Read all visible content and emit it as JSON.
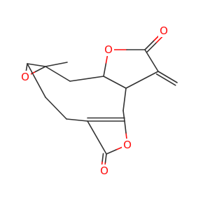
{
  "molecule": {
    "colors": {
      "background": "#ffffff",
      "bond": "#333333",
      "oxygen": "#ff0d0d"
    },
    "atoms": {
      "o_epoxide": "O",
      "o_lactone_top_ring": "O",
      "o_lactone_top_carbonyl": "O",
      "o_lactone_bottom_ring": "O",
      "o_lactone_bottom_carbonyl": "O"
    }
  }
}
